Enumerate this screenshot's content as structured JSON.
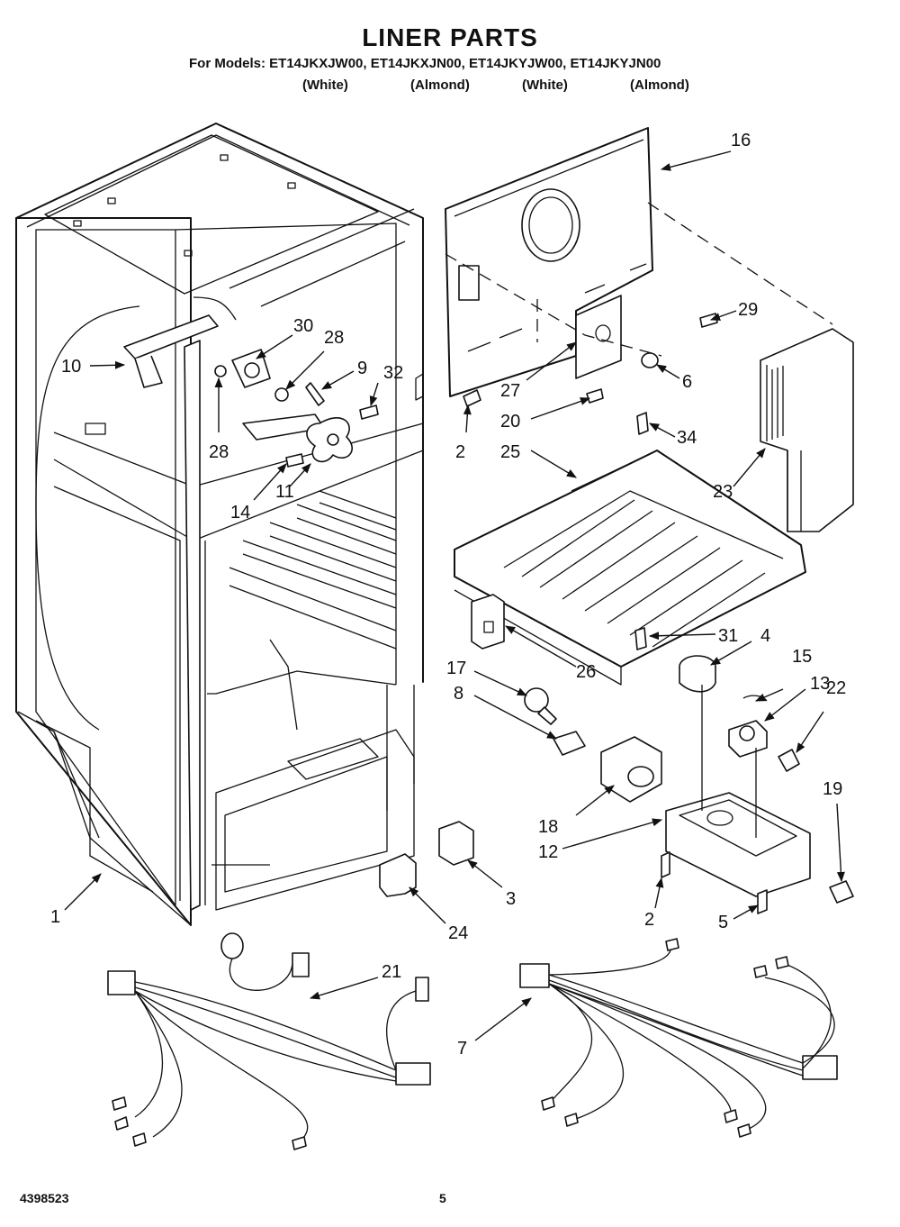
{
  "header": {
    "title": "LINER PARTS",
    "models_line": "For Models: ET14JKXJW00, ET14JKXJN00, ET14JKYJW00, ET14JKYJN00",
    "colours": [
      "(White)",
      "(Almond)",
      "(White)",
      "(Almond)"
    ]
  },
  "footer": {
    "doc_number": "4398523",
    "page_number": "5"
  },
  "callouts": [
    "16",
    "29",
    "6",
    "27",
    "20",
    "2",
    "34",
    "25",
    "23",
    "31",
    "26",
    "4",
    "15",
    "13",
    "22",
    "17",
    "8",
    "18",
    "12",
    "19",
    "2",
    "5",
    "3",
    "24",
    "1",
    "21",
    "7",
    "10",
    "30",
    "28",
    "9",
    "32",
    "28",
    "14",
    "11"
  ]
}
